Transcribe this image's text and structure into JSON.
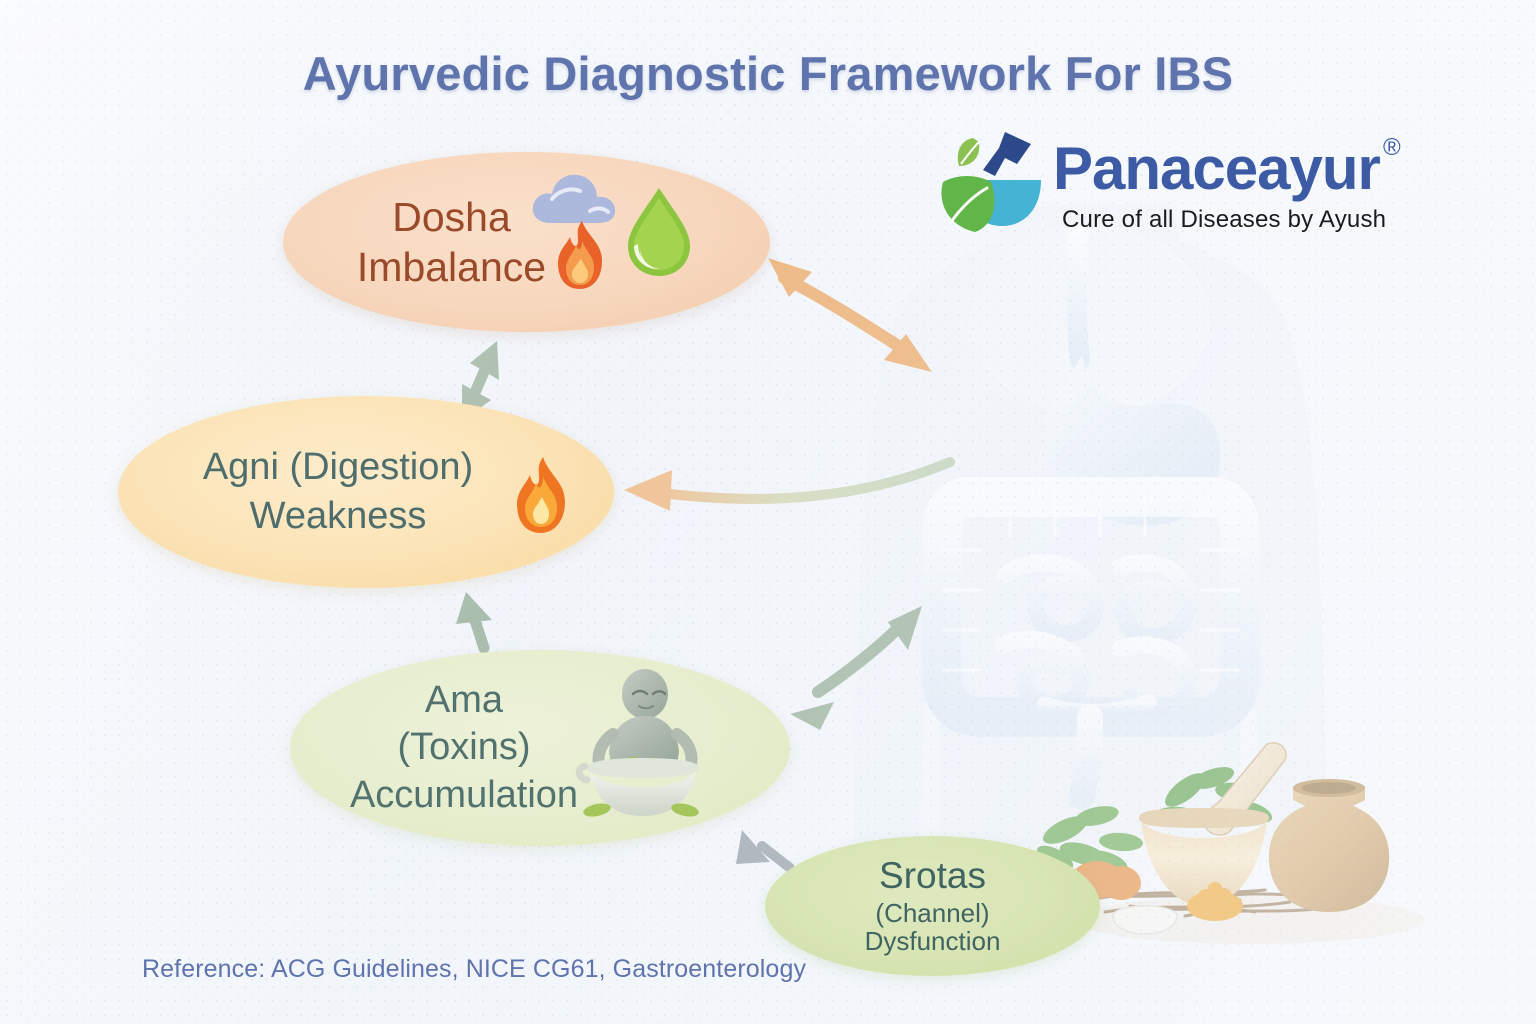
{
  "title": "Ayurvedic Diagnostic Framework For IBS",
  "brand": {
    "name": "Panaceayur",
    "registered_mark": "®",
    "tagline": "Cure of all Diseases by Ayush",
    "logo_icon": "mortar-pestle-leaf-logo",
    "wordmark_color": "#3c5ba4"
  },
  "colors": {
    "title": "#5f73ad",
    "dosha_oval": "#f7d7bd",
    "dosha_text": "#9a4a28",
    "agni_oval": "#fbe3b6",
    "agni_text": "#4e6d6c",
    "ama_oval": "#e6edcd",
    "ama_text": "#52726f",
    "srotas_oval": "#d7e4b2",
    "srotas_text": "#3f6461",
    "arrow_orange": "#eaa45e",
    "arrow_sage": "#8fa991",
    "arrow_gray": "#8e9aa3",
    "reference_text": "#5f73ad",
    "background": "#f4f7fb"
  },
  "nodes": [
    {
      "id": "dosha",
      "lines": [
        "Dosha",
        "Imbalance"
      ],
      "icons": [
        "cloud-icon",
        "flame-icon",
        "water-drop-icon"
      ]
    },
    {
      "id": "agni",
      "lines": [
        "Agni (Digestion)",
        "Weakness"
      ],
      "icons": [
        "flame-icon"
      ]
    },
    {
      "id": "ama",
      "lines": [
        "Ama",
        "(Toxins)",
        "Accumulation"
      ],
      "icons": [
        "meditating-figure-bowl-icon"
      ]
    },
    {
      "id": "srotas",
      "line1": "Srotas",
      "line2": "(Channel)",
      "line3": "Dysfunction",
      "icons": []
    }
  ],
  "arrows": [
    {
      "id": "dosha-body",
      "from": "dosha",
      "to": "digestive-system",
      "style": "double-headed-curved",
      "color": "#eaa45e"
    },
    {
      "id": "dosha-agni",
      "from": "dosha",
      "to": "agni",
      "style": "double-headed-straight",
      "color": "#8fa991"
    },
    {
      "id": "body-agni",
      "from": "digestive-system",
      "to": "agni",
      "style": "single-headed-curved",
      "color": "#a9c09a"
    },
    {
      "id": "ama-agni",
      "from": "ama",
      "to": "agni",
      "style": "single-headed-straight",
      "color": "#8fa991"
    },
    {
      "id": "ama-body",
      "from": "ama",
      "to": "digestive-system",
      "style": "double-headed-curved",
      "color": "#8fa991"
    },
    {
      "id": "srotas-ama",
      "from": "srotas",
      "to": "ama",
      "style": "single-headed-straight",
      "color": "#8e9aa3"
    }
  ],
  "illustrations": {
    "anatomy": "human-digestive-system-silhouette",
    "herbs": "mortar-pestle-clay-pot-herbs-illustration"
  },
  "reference": "Reference: ACG Guidelines, NICE CG61, Gastroenterology"
}
